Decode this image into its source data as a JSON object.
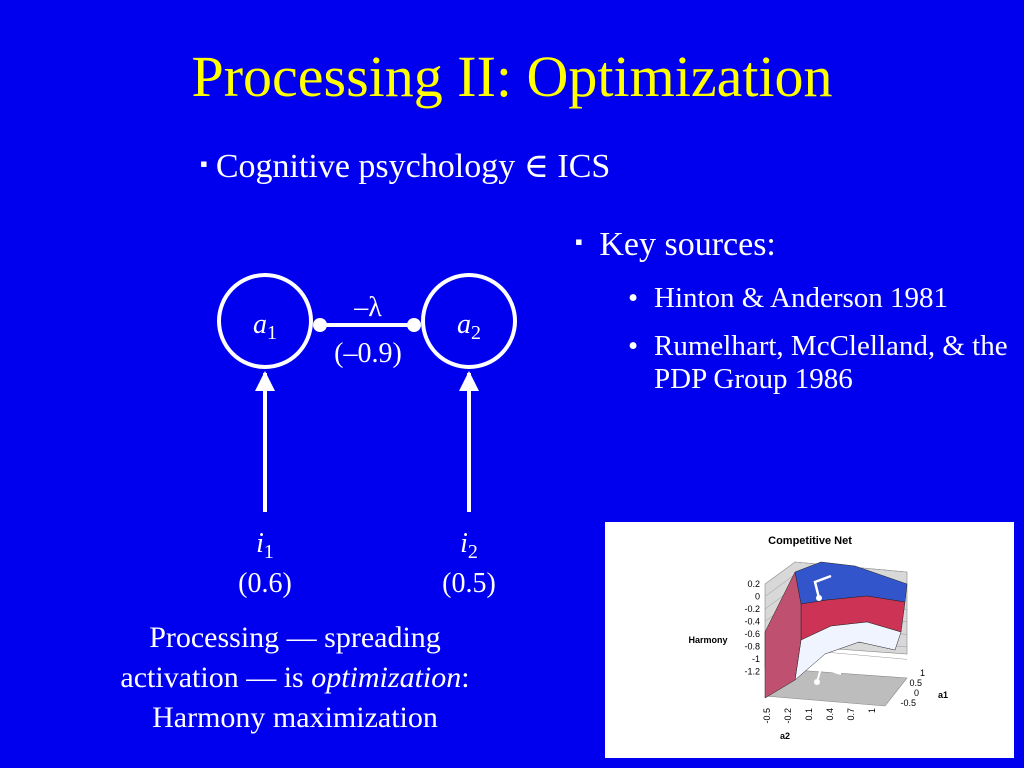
{
  "slide": {
    "title": "Processing II: Optimization",
    "subtitle_prefix": "Cognitive psychology",
    "subtitle_symbol": "∈",
    "subtitle_suffix": "ICS"
  },
  "network": {
    "unit1": {
      "name": "a",
      "sub": "1"
    },
    "unit2": {
      "name": "a",
      "sub": "2"
    },
    "weight_symbol": "–λ",
    "weight_value": "(–0.9)",
    "input1": {
      "name": "i",
      "sub": "1",
      "value": "(0.6)"
    },
    "input2": {
      "name": "i",
      "sub": "2",
      "value": "(0.5)"
    }
  },
  "sources": {
    "heading": "Key sources:",
    "items": [
      "Hinton & Anderson 1981",
      "Rumelhart, McClelland, & the PDP Group 1986"
    ]
  },
  "caption": {
    "line1": "Processing — spreading",
    "line2_prefix": "activation — is",
    "line2_emph": "optimization",
    "line2_suffix": ":",
    "line3": "Harmony maximization"
  },
  "chart_data": {
    "type": "surface",
    "title": "Competitive Net",
    "zlabel": "Harmony",
    "xlabel": "a2",
    "ylabel": "a1",
    "z_ticks": [
      "0.2",
      "0",
      "-0.2",
      "-0.4",
      "-0.6",
      "-0.8",
      "-1",
      "-1.2"
    ],
    "x_ticks": [
      "-0.5",
      "-0.2",
      "0.1",
      "0.4",
      "0.7",
      "1"
    ],
    "y_ticks": [
      "1",
      "0.5",
      "0",
      "-0.5"
    ],
    "zlim": [
      -1.2,
      0.2
    ],
    "colors": {
      "high": "#3355cc",
      "mid": "#cc2244",
      "low": "#ddeeff"
    }
  }
}
